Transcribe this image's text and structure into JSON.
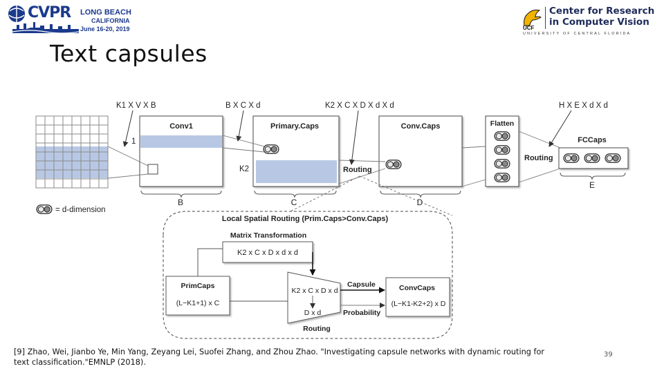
{
  "header": {
    "cvpr_logo": {
      "word": "CVPR",
      "line1": "LONG BEACH",
      "line2": "CALIFORNIA",
      "line3": "June 16-20, 2019"
    },
    "ucf_logo": {
      "mark_text": "UCF",
      "line1": "Center for Research",
      "line2": "in Computer Vision",
      "sub": "UNIVERSITY OF CENTRAL FLORIDA"
    }
  },
  "slide": {
    "title": "Text capsules",
    "page_number": "39"
  },
  "diagram": {
    "top_labels": [
      "K1 X V X B",
      "B X C X d",
      "K2 X C X D X d X d",
      "H X E X d X d"
    ],
    "boxes": {
      "conv1": "Conv1",
      "primary_caps": "Primary.Caps",
      "conv_caps": "Conv.Caps",
      "flatten": "Flatten",
      "fc_caps": "FCCaps"
    },
    "marks": {
      "one": "1",
      "k2": "K2",
      "routing_mid": "Routing",
      "routing_right": "Routing"
    },
    "braces": [
      "B",
      "C",
      "D",
      "E"
    ],
    "legend": "= d-dimension",
    "inset": {
      "title": "Local Spatial Routing (Prim.Caps>Conv.Caps)",
      "matrix_title": "Matrix Transformation",
      "matrix_expr": "K2 x C x D x d x d",
      "primcaps_title": "PrimCaps",
      "primcaps_expr": "(L−K1+1) x C",
      "trap_top": "K2 x C x D x d",
      "trap_bottom": "D x d",
      "capsule": "Capsule",
      "probability": "Probability",
      "routing": "Routing",
      "convcaps_title": "ConvCaps",
      "convcaps_expr": "(L−K1-K2+2) x D"
    }
  },
  "citation": "[9] Zhao, Wei, Jianbo Ye, Min Yang, Zeyang Lei, Suofei Zhang, and Zhou Zhao. \"Investigating capsule networks with dynamic routing for text classification.\"EMNLP (2018).",
  "colors": {
    "navy": "#1b3a8c",
    "highlight": "#b8c8e4",
    "ucf_gold": "#f1b300"
  }
}
